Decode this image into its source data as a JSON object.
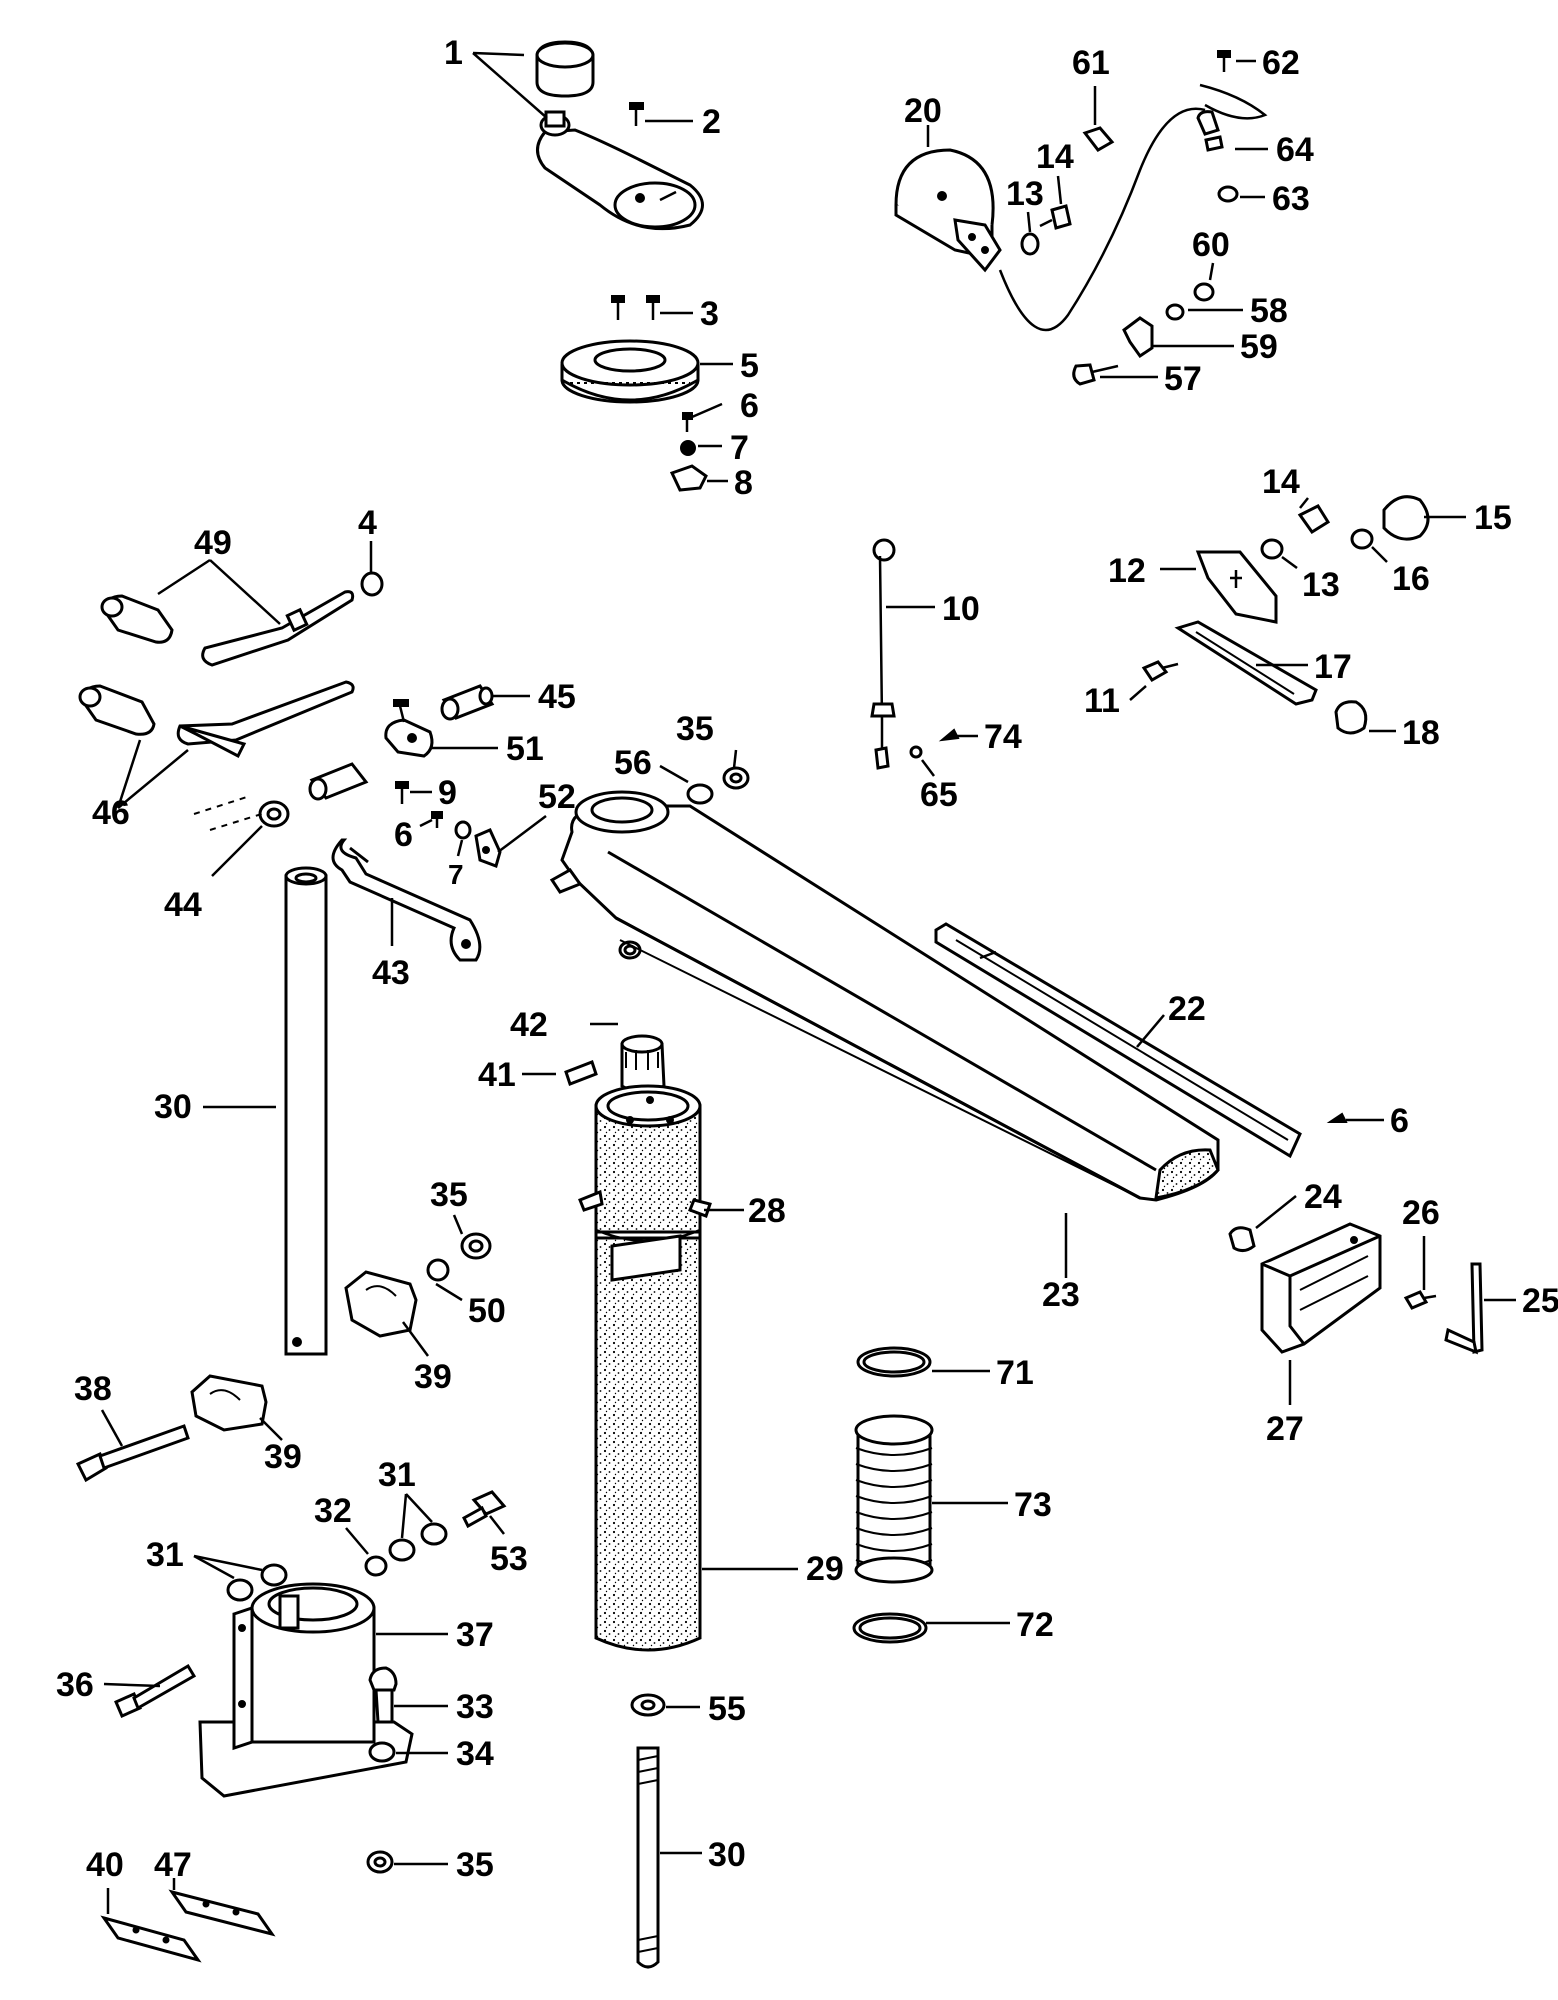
{
  "diagram": {
    "labels": [
      "1",
      "2",
      "3",
      "5",
      "6",
      "7",
      "8",
      "20",
      "61",
      "62",
      "14",
      "64",
      "13",
      "63",
      "60",
      "58",
      "59",
      "57",
      "14",
      "15",
      "12",
      "13",
      "16",
      "17",
      "11",
      "18",
      "49",
      "4",
      "45",
      "51",
      "46",
      "9",
      "44",
      "6",
      "7",
      "52",
      "43",
      "10",
      "74",
      "65",
      "35",
      "56",
      "22",
      "42",
      "41",
      "30",
      "6",
      "28",
      "35",
      "50",
      "39",
      "39",
      "38",
      "23",
      "24",
      "26",
      "25",
      "27",
      "71",
      "31",
      "32",
      "53",
      "31",
      "37",
      "73",
      "29",
      "36",
      "33",
      "34",
      "72",
      "55",
      "35",
      "30",
      "40",
      "47"
    ]
  }
}
